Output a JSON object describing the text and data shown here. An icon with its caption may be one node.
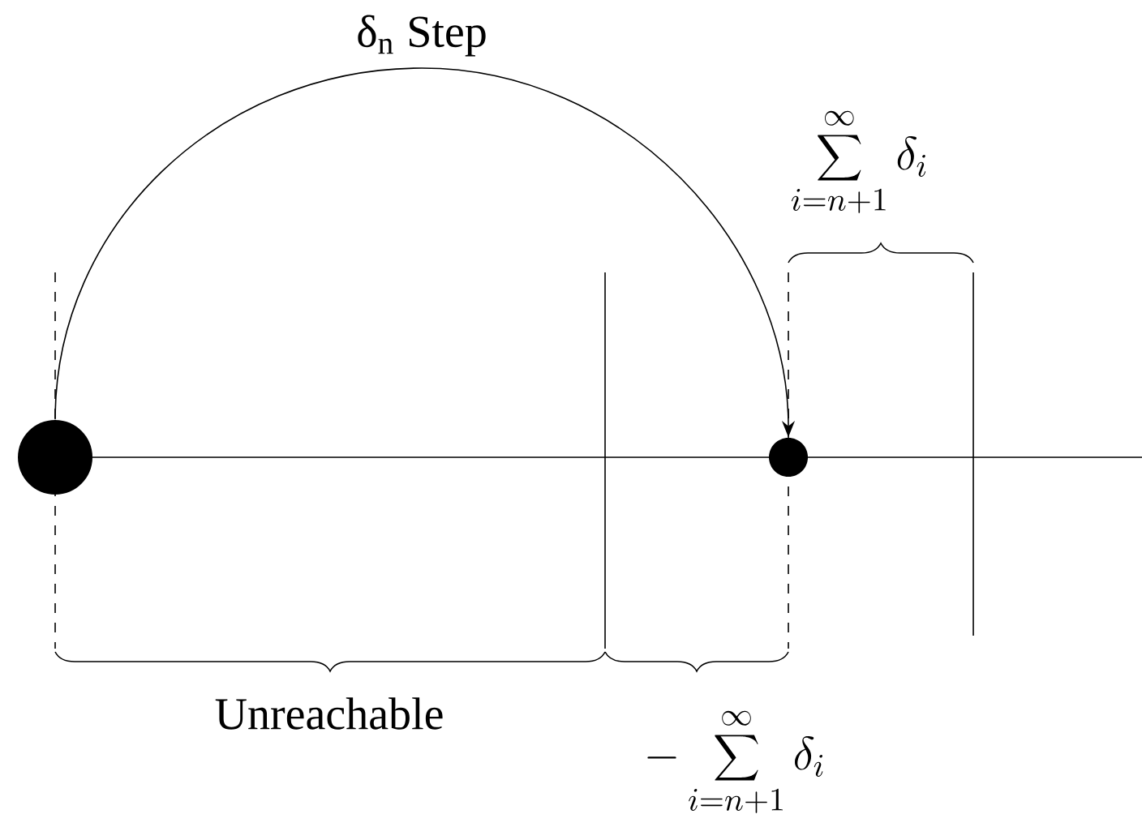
{
  "diagram": {
    "nodes": [
      {
        "text": [],
        "shape": "circle"
      },
      {
        "text": [],
        "shape": "circle"
      }
    ],
    "edges": [
      {
        "from": 0,
        "to": 1,
        "arrow": "to",
        "label": "δ$_{n}$ Step"
      }
    ],
    "labels": [
      "\\sum_{i=n+1}^{\\infty} \\delta_i",
      "Unreachable",
      "-\\sum_{i=n+1}^{\\infty} \\delta_i"
    ]
  }
}
